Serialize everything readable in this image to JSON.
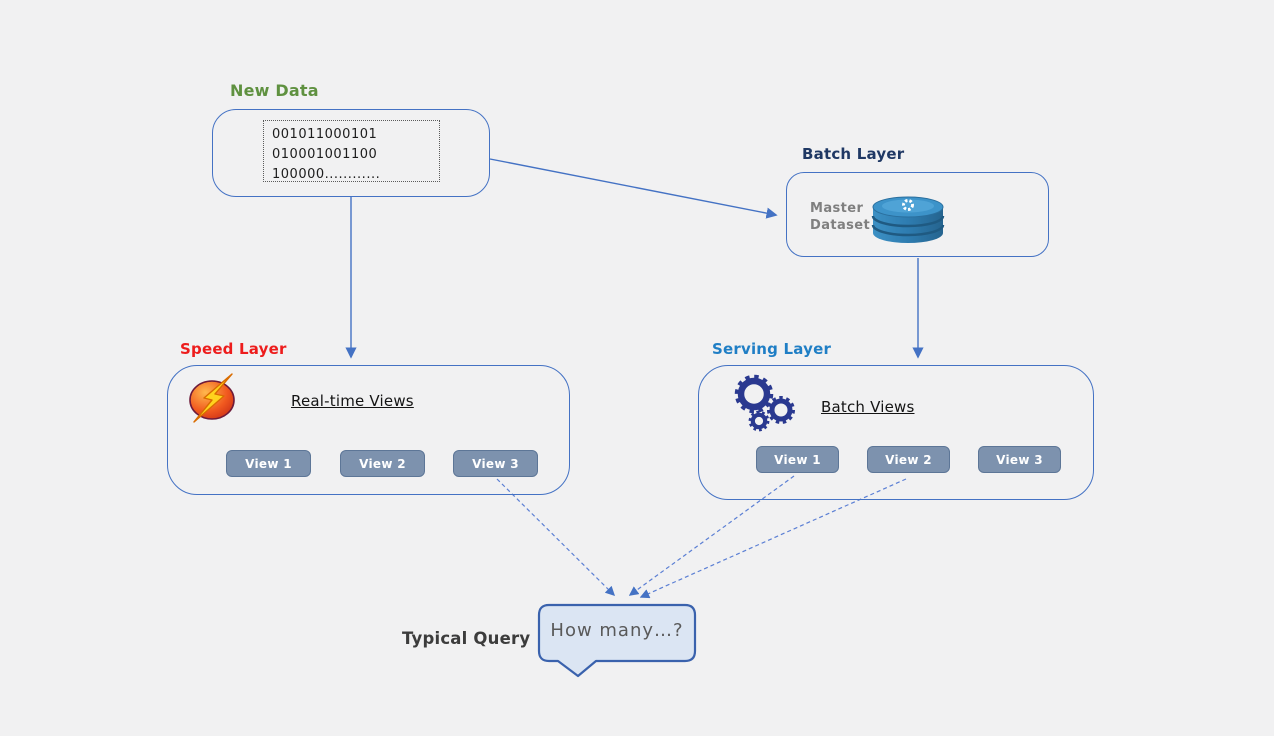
{
  "colors": {
    "background": "#f1f1f2",
    "accent_blue": "#4472c4",
    "button_fill": "#7d92ae",
    "bubble_fill": "#dbe5f3",
    "bubble_border": "#3a62ad",
    "new_data_green": "#5f9140",
    "batch_navy": "#1f3864",
    "speed_red": "#ed1c1c",
    "serving_blue": "#1f7ec5",
    "db_icon_blue": "#2e7cb0",
    "gear_navy": "#2a3990"
  },
  "new_data": {
    "label": "New Data",
    "binary_lines": [
      "001011000101",
      "010001001100",
      "100000............"
    ]
  },
  "batch_layer": {
    "label": "Batch Layer",
    "dataset_line1": "Master",
    "dataset_line2": "Dataset"
  },
  "speed_layer": {
    "label": "Speed Layer",
    "title": "Real-time Views",
    "views": [
      "View 1",
      "View 2",
      "View 3"
    ]
  },
  "serving_layer": {
    "label": "Serving Layer",
    "title": "Batch Views",
    "views": [
      "View 1",
      "View 2",
      "View 3"
    ]
  },
  "query": {
    "label": "Typical Query",
    "bubble_text": "How many…?"
  }
}
